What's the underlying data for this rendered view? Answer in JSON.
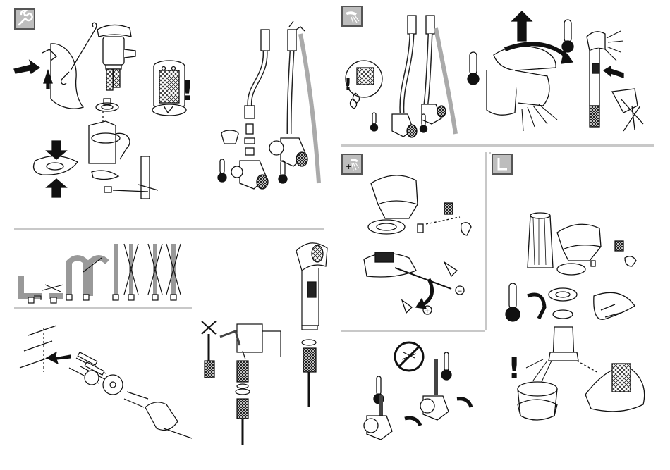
{
  "sheet": {
    "background": "#ffffff",
    "line_color": "#111111",
    "divider_color": "#c8c8c8",
    "tab_color": "#bdbdbd"
  },
  "sections": [
    {
      "id": "installation",
      "icon": "wrench-icon"
    },
    {
      "id": "operation",
      "icon": "shower-spray-icon"
    },
    {
      "id": "flow-adjustment",
      "icon": "plus-spray-icon"
    },
    {
      "id": "maintenance",
      "icon": "hex-key-icon"
    }
  ],
  "markers": {
    "warning": "!",
    "plus": "+",
    "minus": "−"
  }
}
